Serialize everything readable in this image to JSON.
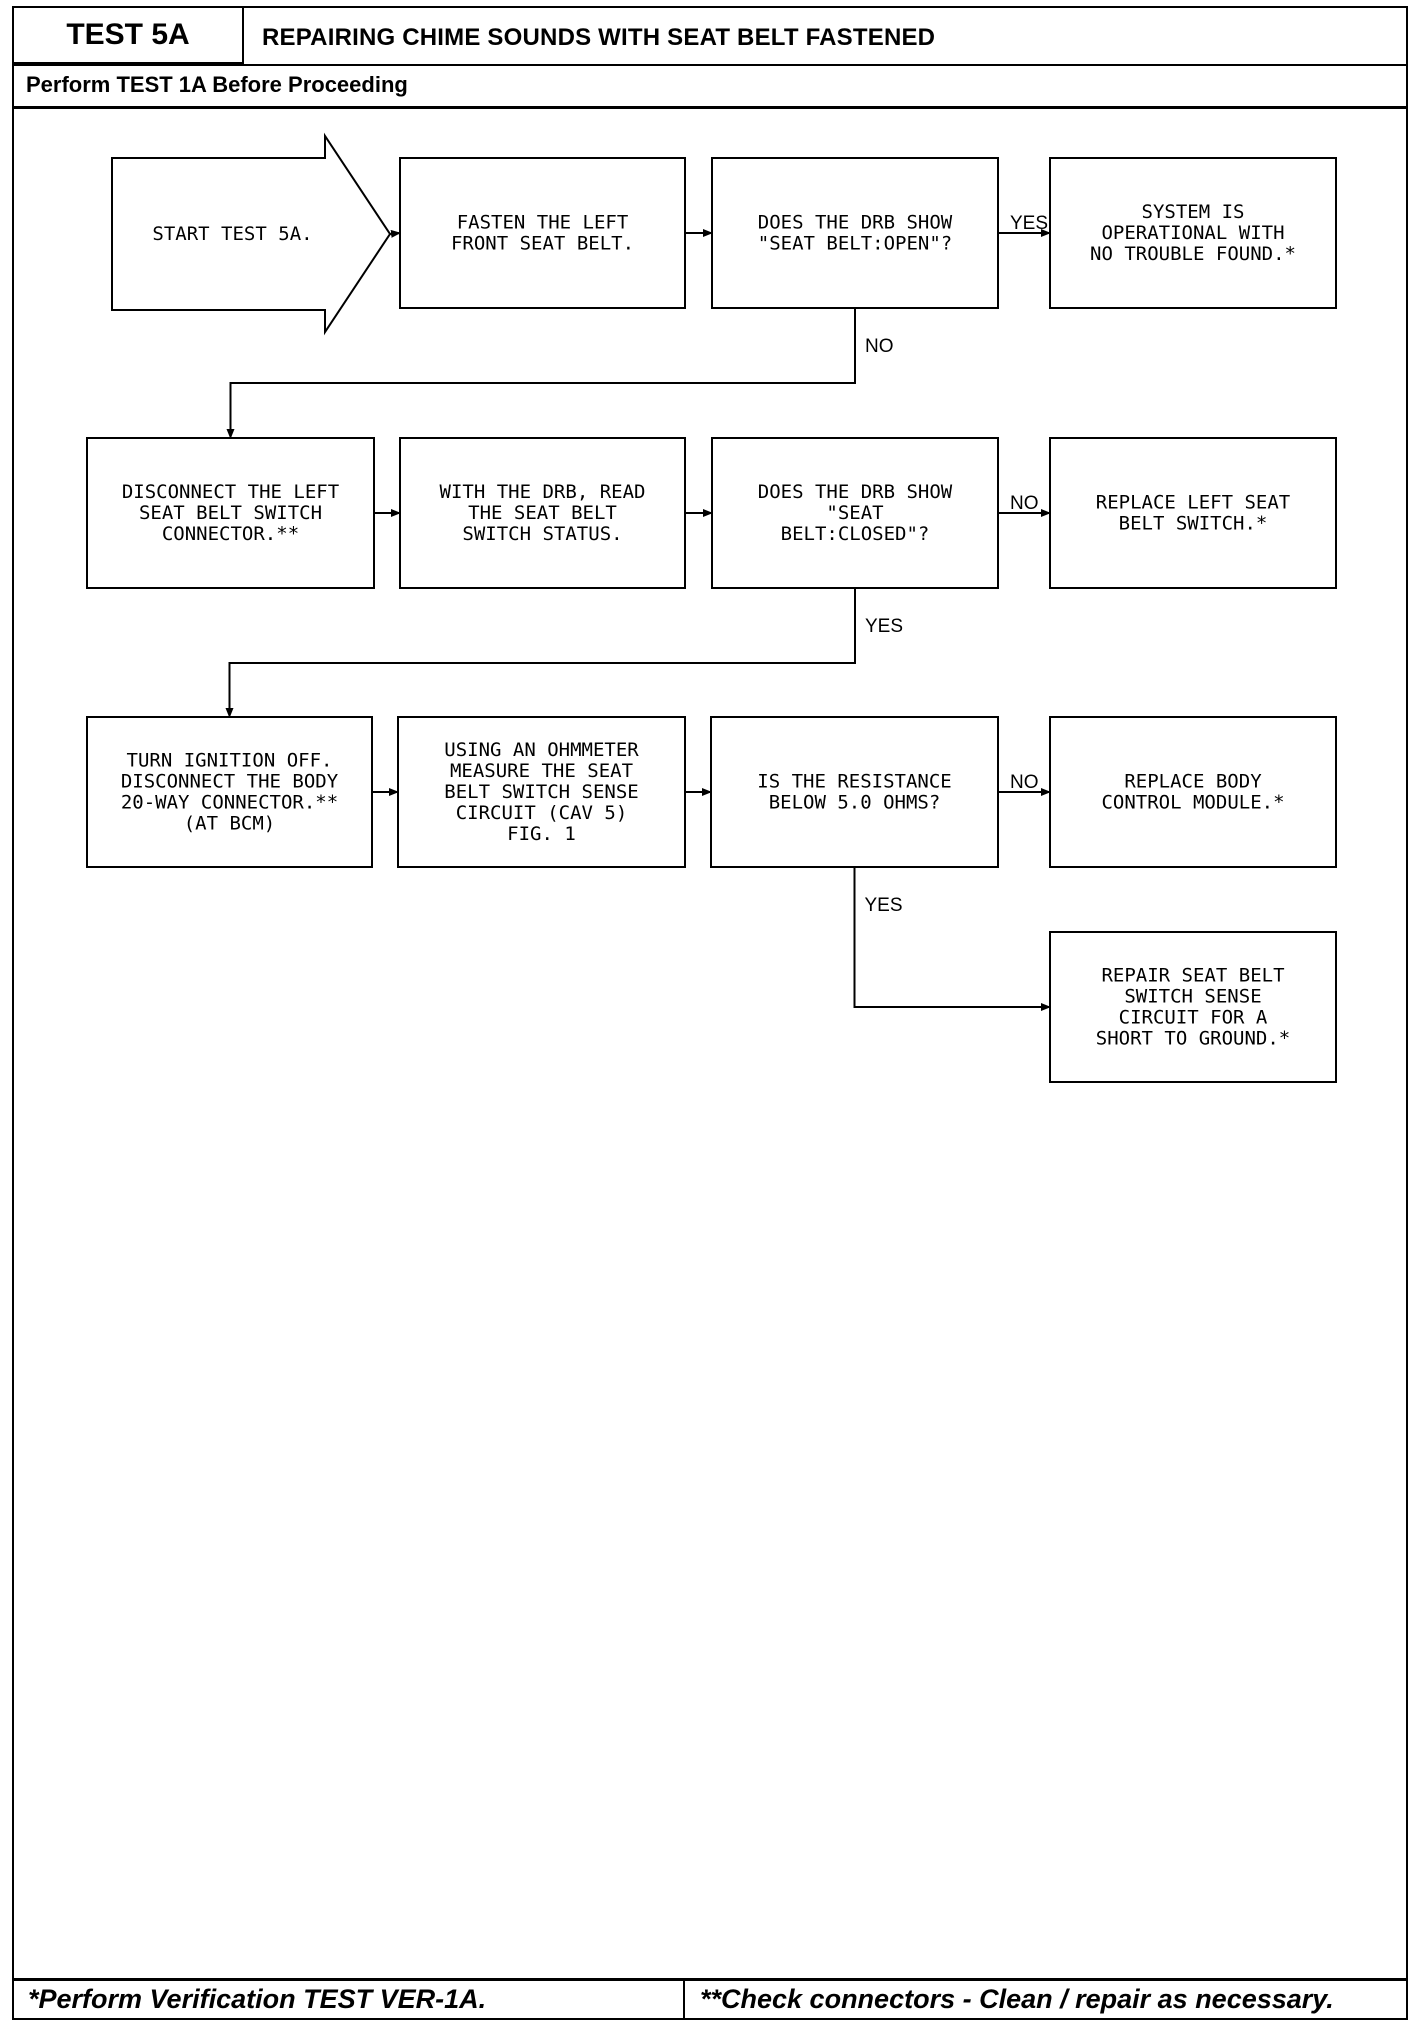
{
  "header": {
    "test_id": "TEST 5A",
    "title": "REPAIRING CHIME SOUNDS WITH SEAT BELT FASTENED",
    "prerequisite": "Perform TEST 1A Before Proceeding"
  },
  "flowchart": {
    "nodes": [
      {
        "id": "start",
        "lines": [
          "START TEST 5A."
        ]
      },
      {
        "id": "fasten",
        "lines": [
          "FASTEN THE LEFT",
          "FRONT SEAT BELT."
        ]
      },
      {
        "id": "q_open",
        "lines": [
          "DOES THE DRB SHOW",
          "\"SEAT BELT:OPEN\"?"
        ]
      },
      {
        "id": "ok",
        "lines": [
          "SYSTEM IS",
          "OPERATIONAL WITH",
          "NO TROUBLE FOUND.*"
        ]
      },
      {
        "id": "disconnect_switch",
        "lines": [
          "DISCONNECT THE LEFT",
          "SEAT BELT SWITCH",
          "CONNECTOR.**"
        ]
      },
      {
        "id": "read_status",
        "lines": [
          "WITH THE DRB, READ",
          "THE SEAT BELT",
          "SWITCH STATUS."
        ]
      },
      {
        "id": "q_closed",
        "lines": [
          "DOES THE DRB SHOW",
          "\"SEAT",
          "BELT:CLOSED\"?"
        ]
      },
      {
        "id": "replace_switch",
        "lines": [
          "REPLACE LEFT SEAT",
          "BELT SWITCH.*"
        ]
      },
      {
        "id": "ignition_off",
        "lines": [
          "TURN IGNITION OFF.",
          "DISCONNECT THE BODY",
          "20-WAY CONNECTOR.**",
          "(AT BCM)"
        ]
      },
      {
        "id": "ohmmeter",
        "lines": [
          "USING AN OHMMETER",
          "MEASURE THE SEAT",
          "BELT SWITCH SENSE",
          "CIRCUIT (CAV 5)",
          "FIG. 1"
        ]
      },
      {
        "id": "q_resistance",
        "lines": [
          "IS THE RESISTANCE",
          "BELOW 5.0 OHMS?"
        ]
      },
      {
        "id": "replace_bcm",
        "lines": [
          "REPLACE BODY",
          "CONTROL MODULE.*"
        ]
      },
      {
        "id": "repair_circuit",
        "lines": [
          "REPAIR SEAT BELT",
          "SWITCH SENSE",
          "CIRCUIT FOR A",
          "SHORT TO GROUND.*"
        ]
      }
    ],
    "edges": [
      {
        "from": "start",
        "to": "fasten",
        "label": ""
      },
      {
        "from": "fasten",
        "to": "q_open",
        "label": ""
      },
      {
        "from": "q_open",
        "to": "ok",
        "label": "YES"
      },
      {
        "from": "q_open",
        "to": "disconnect_switch",
        "label": "NO"
      },
      {
        "from": "disconnect_switch",
        "to": "read_status",
        "label": ""
      },
      {
        "from": "read_status",
        "to": "q_closed",
        "label": ""
      },
      {
        "from": "q_closed",
        "to": "replace_switch",
        "label": "NO"
      },
      {
        "from": "q_closed",
        "to": "ignition_off",
        "label": "YES"
      },
      {
        "from": "ignition_off",
        "to": "ohmmeter",
        "label": ""
      },
      {
        "from": "ohmmeter",
        "to": "q_resistance",
        "label": ""
      },
      {
        "from": "q_resistance",
        "to": "replace_bcm",
        "label": "NO"
      },
      {
        "from": "q_resistance",
        "to": "repair_circuit",
        "label": "YES"
      }
    ]
  },
  "footer": {
    "note_left": "*Perform Verification TEST VER-1A.",
    "note_right": "**Check connectors - Clean / repair as necessary."
  }
}
